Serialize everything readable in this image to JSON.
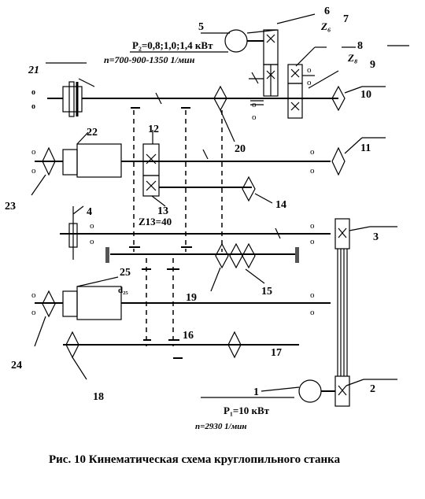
{
  "caption": "Рис. 10 Кинематическая схема круглопильного станка",
  "motor_top": {
    "number": "5",
    "power": "P₂=0,8;1,0;1,4 кВт",
    "speed": "n=700-900-1350 1/мин"
  },
  "motor_bottom": {
    "number": "1",
    "power": "P₁=10 кВт",
    "speed": "n=2930 1/мин"
  },
  "gear_labels": {
    "z6": "Z₆",
    "z8": "Z₈",
    "z13": "Z13=40",
    "d25": "d₂₅"
  },
  "callouts": {
    "n2": "2",
    "n3": "3",
    "n4": "4",
    "n6": "6",
    "n7": "7",
    "n8": "8",
    "n9": "9",
    "n10": "10",
    "n11": "11",
    "n12": "12",
    "n13": "13",
    "n14": "14",
    "n15": "15",
    "n16": "16",
    "n17": "17",
    "n18": "18",
    "n19": "19",
    "n20": "20",
    "n21": "21",
    "n22": "22",
    "n23": "23",
    "n24": "24",
    "n25": "25"
  }
}
